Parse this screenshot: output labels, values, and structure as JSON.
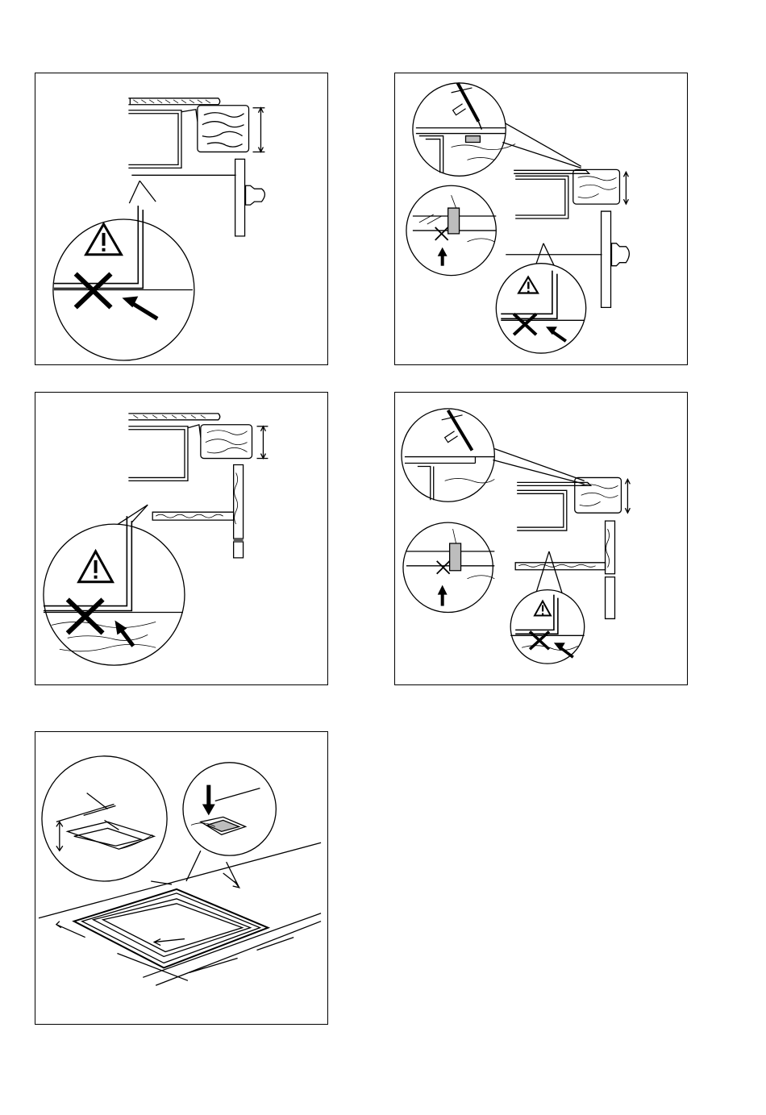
{
  "page": {
    "panels": [
      {
        "id": "panel-1",
        "warning_icon": "warning-triangle-icon",
        "mark_icon": "cross-mark-icon",
        "arrow_icon": "arrow-icon"
      },
      {
        "id": "panel-2",
        "tool_icon": "sealant-gun-icon",
        "warning_icon": "warning-triangle-icon",
        "mark_icon": "cross-mark-icon"
      },
      {
        "id": "panel-3",
        "warning_icon": "warning-triangle-icon",
        "mark_icon": "cross-mark-icon",
        "arrow_icon": "arrow-icon"
      },
      {
        "id": "panel-4",
        "tool_icon": "sealant-gun-icon",
        "warning_icon": "warning-triangle-icon",
        "mark_icon": "cross-mark-icon"
      },
      {
        "id": "panel-5",
        "arrow_icon": "down-arrow-icon"
      }
    ],
    "colors": {
      "line": "#000000",
      "background": "#ffffff",
      "seal": "#bdbdbd"
    }
  }
}
